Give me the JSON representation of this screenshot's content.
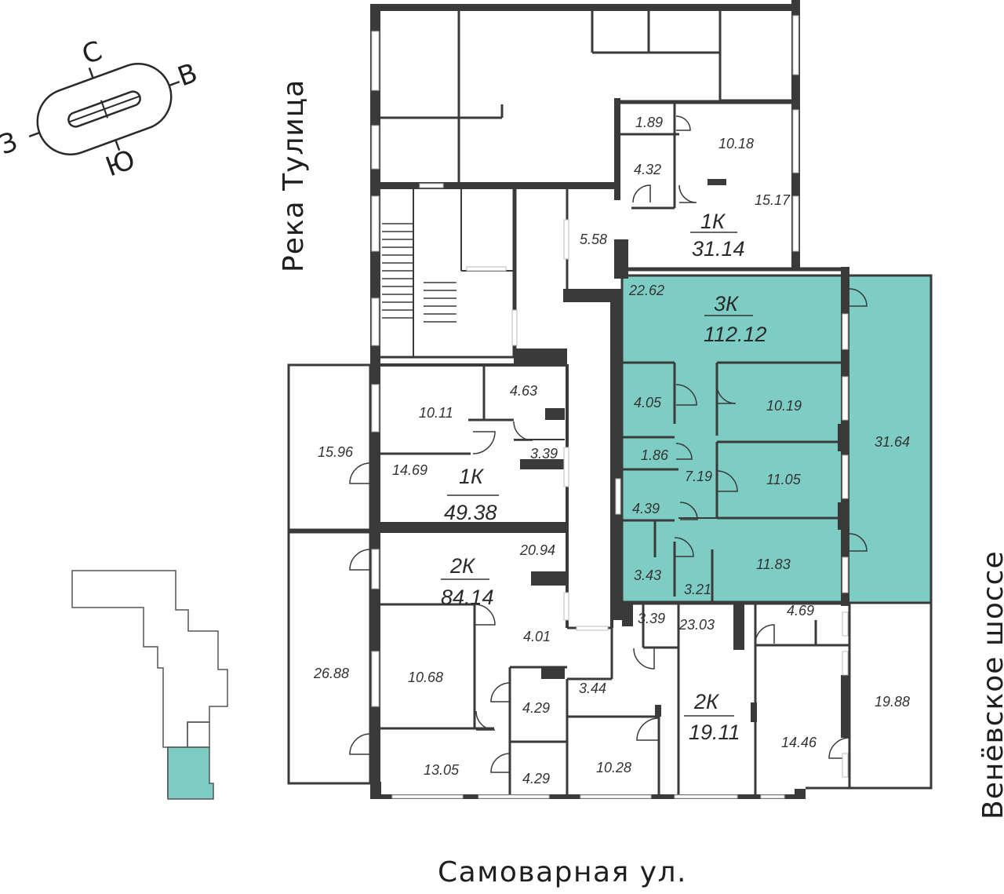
{
  "compass": {
    "north": "С",
    "east": "В",
    "south": "Ю",
    "west": "З"
  },
  "streets": {
    "west": "Река Тулица",
    "east": "Венёвское шоссе",
    "south": "Самоварная ул."
  },
  "colors": {
    "highlight": "#7ecdc4",
    "wall": "#3a3a3a",
    "key_plan_highlight": "#7ecdc4"
  },
  "apartments": {
    "a1k_top": {
      "type": "1К",
      "area": "31.14",
      "rooms": [
        "1.89",
        "10.18",
        "4.32",
        "15.17",
        "5.58"
      ]
    },
    "a3k": {
      "type": "3К",
      "area": "112.12",
      "rooms": [
        "22.62",
        "4.05",
        "10.19",
        "31.64",
        "1.86",
        "7.19",
        "11.05",
        "4.39",
        "3.43",
        "3.21",
        "11.83"
      ]
    },
    "a1k_left": {
      "type": "1К",
      "area": "49.38",
      "rooms": [
        "10.11",
        "4.63",
        "3.39",
        "15.96",
        "14.69"
      ]
    },
    "a2k_left": {
      "type": "2К",
      "area": "84.14",
      "rooms": [
        "20.94",
        "4.01",
        "26.88",
        "10.68",
        "4.29",
        "13.05",
        "4.29"
      ]
    },
    "a2k_right": {
      "type": "2К",
      "area": "19.11",
      "rooms": [
        "23.03",
        "3.39",
        "3.44",
        "10.28"
      ]
    },
    "a_east": {
      "rooms": [
        "4.69",
        "19.88",
        "14.46"
      ]
    }
  }
}
